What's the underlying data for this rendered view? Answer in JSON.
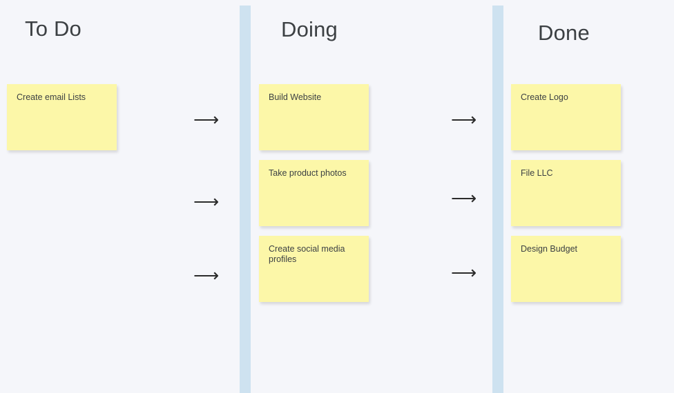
{
  "board": {
    "background_color": "#f5f6fa",
    "note_color": "#fcf7a8",
    "divider_color": "#cee2f0",
    "text_color": "#3c4043",
    "arrow_glyph": "⟶"
  },
  "columns": [
    {
      "id": "todo",
      "title": "To Do",
      "notes": [
        {
          "text": "Create email Lists"
        }
      ],
      "arrows": [
        {
          "glyph": "⟶"
        },
        {
          "glyph": "⟶"
        },
        {
          "glyph": "⟶"
        }
      ]
    },
    {
      "id": "doing",
      "title": "Doing",
      "notes": [
        {
          "text": "Build Website"
        },
        {
          "text": "Take product photos"
        },
        {
          "text": "Create social media\nprofiles"
        }
      ],
      "arrows": [
        {
          "glyph": "⟶"
        },
        {
          "glyph": "⟶"
        },
        {
          "glyph": "⟶"
        }
      ]
    },
    {
      "id": "done",
      "title": "Done",
      "notes": [
        {
          "text": "Create Logo"
        },
        {
          "text": "File LLC"
        },
        {
          "text": "Design Budget"
        }
      ],
      "arrows": []
    }
  ]
}
